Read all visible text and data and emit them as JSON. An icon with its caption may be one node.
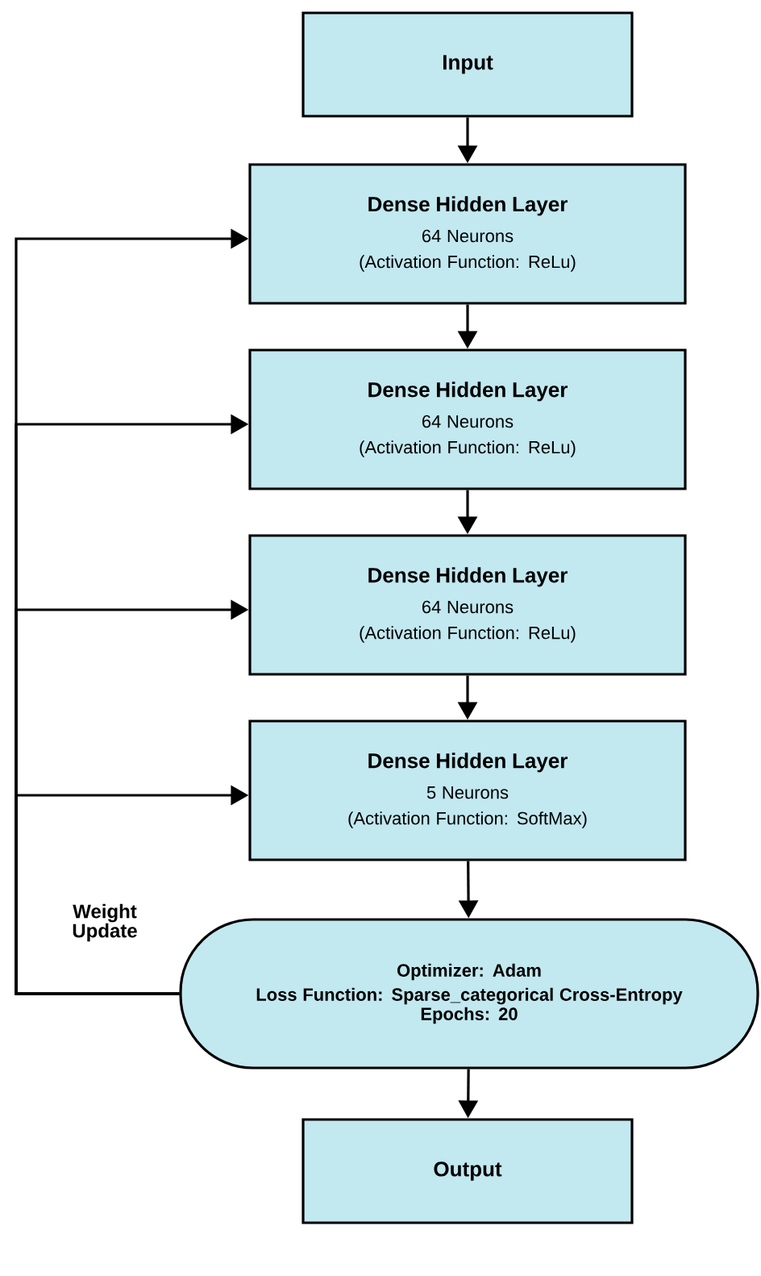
{
  "diagram": {
    "nodes": [
      {
        "text": [
          "Input"
        ]
      },
      {
        "text": [
          "Dense Hidden Layer",
          "64 Neurons",
          "(Activation Function: ReLu)"
        ]
      },
      {
        "text": [
          "Dense Hidden Layer",
          "64 Neurons",
          "(Activation Function: ReLu)"
        ]
      },
      {
        "text": [
          "Dense Hidden Layer",
          "64 Neurons",
          "(Activation Function: ReLu)"
        ]
      },
      {
        "text": [
          "Dense Hidden Layer",
          "5 Neurons",
          "(Activation Function: SoftMax)"
        ]
      },
      {
        "text": [
          "Optimizer: Adam",
          "Loss Function: Sparse_categorical Cross-Entropy",
          "Epochs: 20"
        ]
      },
      {
        "text": [
          "Output"
        ]
      }
    ],
    "edges": [
      {
        "from": 0,
        "to": 1,
        "arrow": "to"
      },
      {
        "from": 1,
        "to": 2,
        "arrow": "to"
      },
      {
        "from": 2,
        "to": 3,
        "arrow": "to"
      },
      {
        "from": 3,
        "to": 4,
        "arrow": "to"
      },
      {
        "from": 4,
        "to": 5,
        "arrow": "to"
      },
      {
        "from": 5,
        "to": 6,
        "arrow": "to"
      },
      {
        "from": 5,
        "to": 1,
        "arrow": "to"
      },
      {
        "from": 5,
        "to": 2,
        "arrow": "to"
      },
      {
        "from": 5,
        "to": 3,
        "arrow": "to"
      },
      {
        "from": 5,
        "to": 4,
        "arrow": "to"
      }
    ],
    "labels": [
      "Weight Update"
    ]
  }
}
